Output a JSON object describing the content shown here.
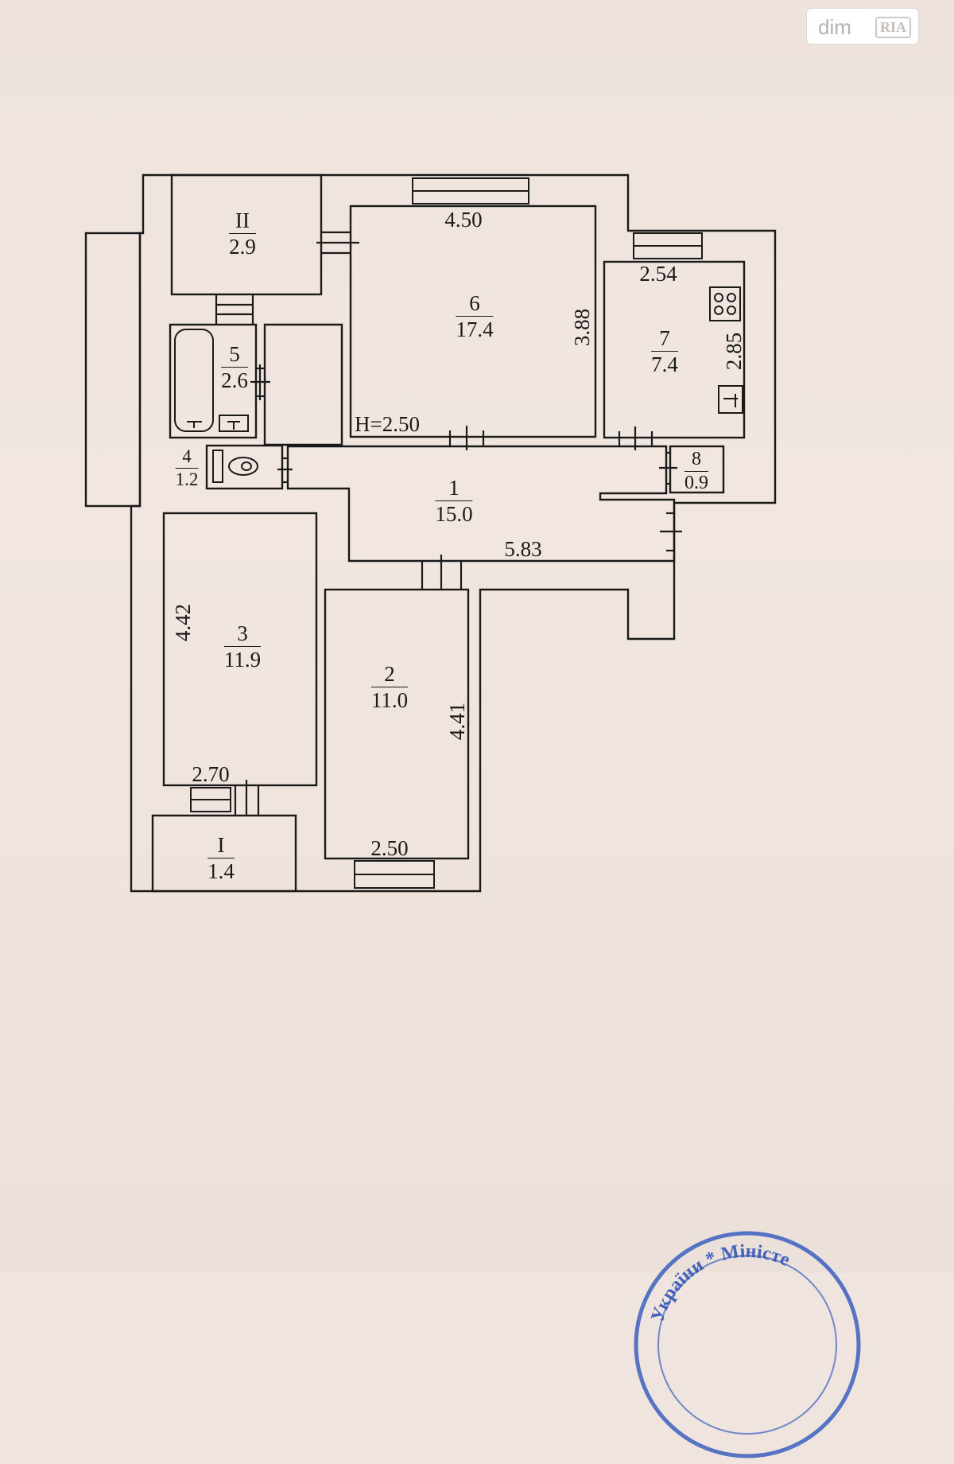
{
  "watermark": {
    "brand": "dim",
    "sub": "RIA"
  },
  "plan": {
    "ceiling_height": "H=2.50",
    "rooms": [
      {
        "id": "II",
        "area": "2.9"
      },
      {
        "id": "6",
        "area": "17.4"
      },
      {
        "id": "7",
        "area": "7.4"
      },
      {
        "id": "5",
        "area": "2.6"
      },
      {
        "id": "4",
        "area": "1.2"
      },
      {
        "id": "8",
        "area": "0.9"
      },
      {
        "id": "1",
        "area": "15.0"
      },
      {
        "id": "3",
        "area": "11.9"
      },
      {
        "id": "2",
        "area": "11.0"
      },
      {
        "id": "I",
        "area": "1.4"
      }
    ],
    "dimensions": {
      "room6_width": "4.50",
      "room6_depth": "3.88",
      "room7_width": "2.54",
      "room7_depth": "2.85",
      "hall_length": "5.83",
      "room3_depth": "4.42",
      "room3_width": "2.70",
      "room2_depth": "4.41",
      "room2_width": "2.50"
    }
  },
  "stamp": {
    "text": "України * Міністе"
  }
}
